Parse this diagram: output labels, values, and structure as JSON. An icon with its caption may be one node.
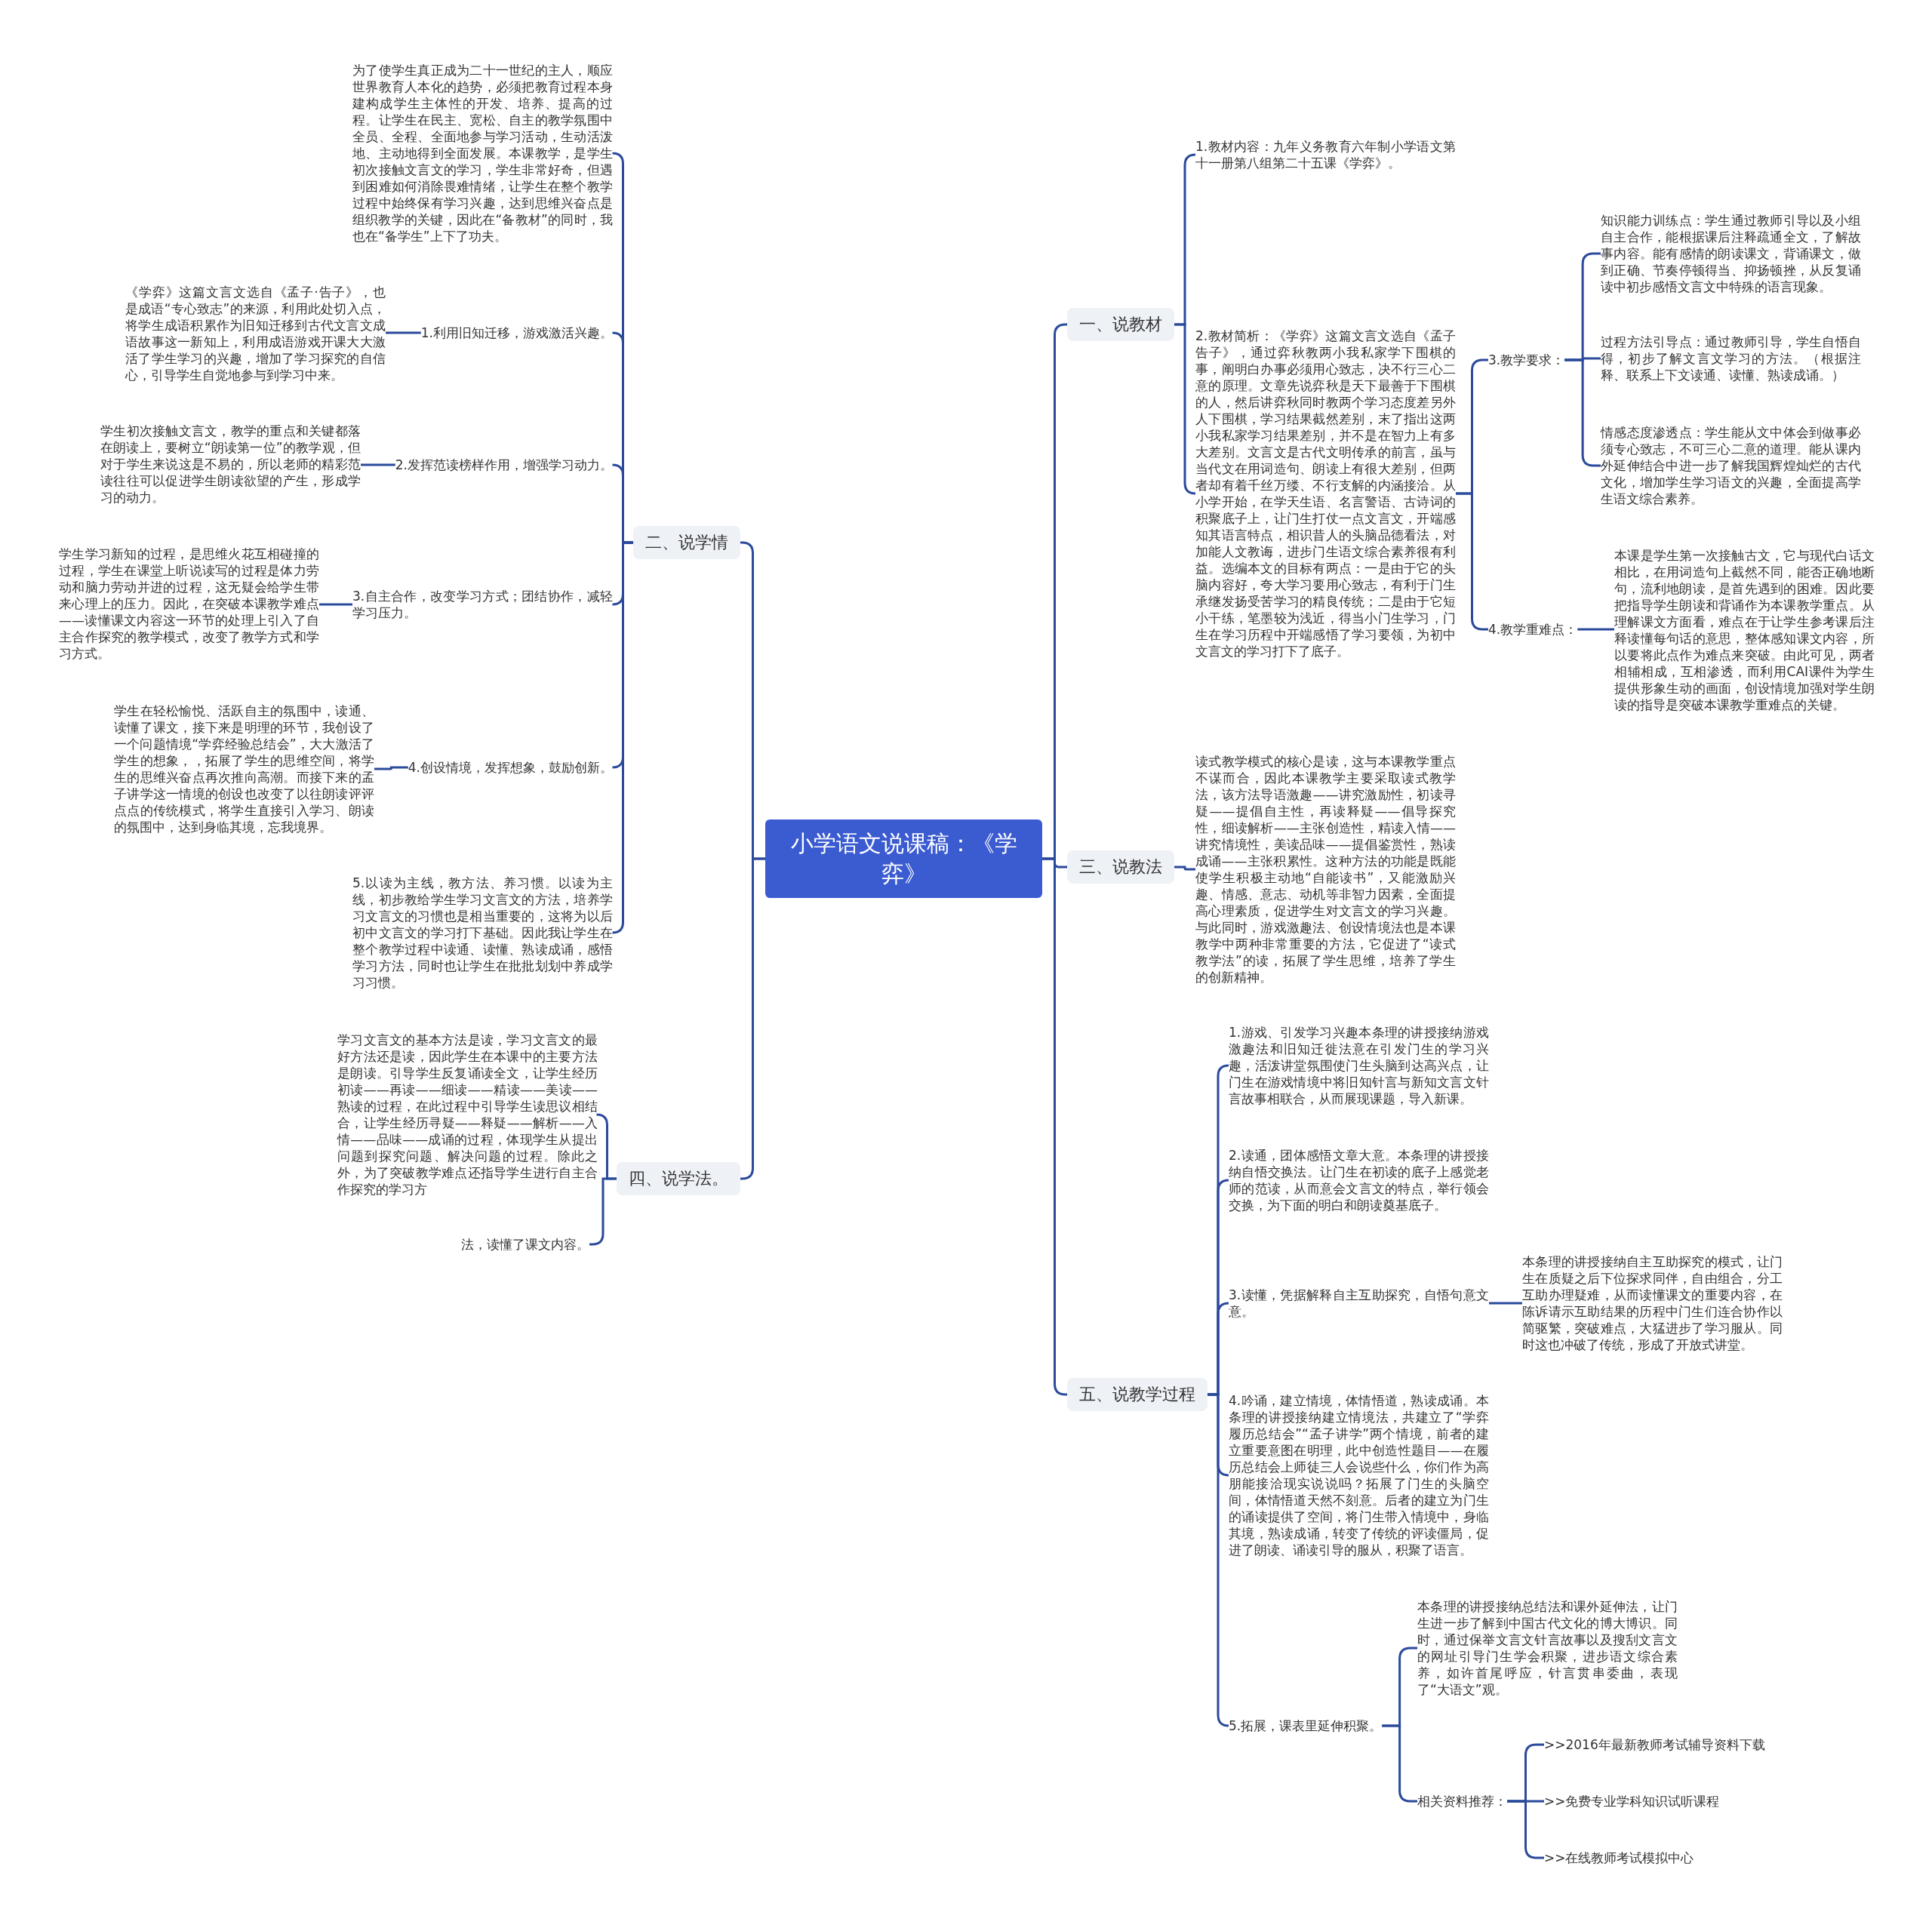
{
  "diagram": {
    "nodes": [
      {
        "text": [
          "小学语文说课稿：《学弈》"
        ]
      },
      {
        "text": [
          "二、说学情"
        ]
      },
      {
        "text": [
          "为了使学生真正成为二十一世纪的主人，顺应世界教育人本化的趋势，必须把教育过程本身建构成学生主体性的开发、培养、提高的过程。让学生在民主、宽松、自主的教学氛围中全员、全程、全面地参与学习活动，生动活泼地、主动地得到全面发展。本课教学，是学生初次接触文言文的学习，学生非常好奇，但遇到困难如何消除畏难情绪，让学生在整个教学过程中始终保有学习兴趣，达到思维兴奋点是组织教学的关键，因此在“备教材”的同时，我也在“备学生”上下了功夫。"
        ]
      },
      {
        "text": [
          "1.利用旧知迁移，游戏激活兴趣。"
        ]
      },
      {
        "text": [
          "《学弈》这篇文言文选自《孟子·告子》，也是成语“专心致志”的来源，利用此处切入点，将学生成语积累作为旧知迁移到古代文言文成语故事这一新知上，利用成语游戏开课大大激活了学生学习的兴趣，增加了学习探究的自信心，引导学生自觉地参与到学习中来。"
        ]
      },
      {
        "text": [
          "2.发挥范读榜样作用，增强学习动力。"
        ]
      },
      {
        "text": [
          "学生初次接触文言文，教学的重点和关键都落在朗读上，要树立“朗读第一位”的教学观，但对于学生来说这是不易的，所以老师的精彩范读往往可以促进学生朗读欲望的产生，形成学习的动力。"
        ]
      },
      {
        "text": [
          "3.自主合作，改变学习方式；团结协作，减轻学习压力。"
        ]
      },
      {
        "text": [
          "学生学习新知的过程，是思维火花互相碰撞的过程，学生在课堂上听说读写的过程是体力劳动和脑力劳动并进的过程，这无疑会给学生带来心理上的压力。因此，在突破本课教学难点——读懂课文内容这一环节的处理上引入了自主合作探究的教学模式，改变了教学方式和学习方式。"
        ]
      },
      {
        "text": [
          "4.创设情境，发挥想象，鼓励创新。"
        ]
      },
      {
        "text": [
          "学生在轻松愉悦、活跃自主的氛围中，读通、读懂了课文，接下来是明理的环节，我创设了一个问题情境“学弈经验总结会”，大大激活了学生的想象，，拓展了学生的思维空间，将学生的思维兴奋点再次推向高潮。而接下来的孟子讲学这一情境的创设也改变了以往朗读评评点点的传统模式，将学生直接引入学习、朗读的氛围中，达到身临其境，忘我境界。"
        ]
      },
      {
        "text": [
          "5.以读为主线，教方法、养习惯。以读为主线，初步教给学生学习文言文的方法，培养学习文言文的习惯也是相当重要的，这将为以后初中文言文的学习打下基础。因此我让学生在整个教学过程中读通、读懂、熟读成诵，感悟学习方法，同时也让学生在批批划划中养成学习习惯。"
        ]
      },
      {
        "text": [
          "四、说学法。"
        ]
      },
      {
        "text": [
          "学习文言文的基本方法是读，学习文言文的最好方法还是读，因此学生在本课中的主要方法是朗读。引导学生反复诵读全文，让学生经历初读——再读——细读——精读——美读——熟读的过程，在此过程中引导学生读思议相结合，让学生经历寻疑——释疑——解析——入情——品味——成诵的过程，体现学生从提出问题到探究问题、解决问题的过程。除此之外，为了突破教学难点还指导学生进行自主合作探究的学习方"
        ]
      },
      {
        "text": [
          "法，读懂了课文内容。"
        ]
      },
      {
        "text": [
          "一、说教材"
        ]
      },
      {
        "text": [
          "1.教材内容：九年义务教育六年制小学语文第十一册第八组第二十五课《学弈》。"
        ]
      },
      {
        "text": [
          "2.教材简析：《学弈》这篇文言文选自《孟子告子》，通过弈秋教两小我私家学下围棋的事，阐明白办事必须用心致志，决不行三心二意的原理。文章先说弈秋是天下最善于下围棋的人，然后讲弈秋同时教两个学习态度差另外人下围棋，学习结果截然差别，末了指出这两小我私家学习结果差别，并不是在智力上有多大差别。文言文是古代文明传承的前言，虽与当代文在用词造句、朗读上有很大差别，但两者却有着千丝万缕、不行支解的内涵接洽。从小学开始，在学天生语、名言警语、古诗词的积聚底子上，让门生打仗一点文言文，开端感知其语言特点，相识昔人的头脑品德看法，对加能人文教诲，进步门生语文综合素养很有利益。选编本文的目标有两点：一是由于它的头脑内容好，夸大学习要用心致志，有利于门生承继发扬受苦学习的精良传统；二是由于它短小干练，笔墨较为浅近，得当小门生学习，门生在学习历程中开端感悟了学习要领，为初中文言文的学习打下了底子。"
        ]
      },
      {
        "text": [
          "3.教学要求："
        ]
      },
      {
        "text": [
          "知识能力训练点：学生通过教师引导以及小组自主合作，能根据课后注释疏通全文，了解故事内容。能有感情的朗读课文，背诵课文，做到正确、节奏停顿得当、抑扬顿挫，从反复诵读中初步感悟文言文中特殊的语言现象。"
        ]
      },
      {
        "text": [
          "过程方法引导点：通过教师引导，学生自悟自得，初步了解文言文学习的方法。（根据注释、联系上下文读通、读懂、熟读成诵。）"
        ]
      },
      {
        "text": [
          "情感态度渗透点：学生能从文中体会到做事必须专心致志，不可三心二意的道理。能从课内外延伸结合中进一步了解我国辉煌灿烂的古代文化，增加学生学习语文的兴趣，全面提高学生语文综合素养。"
        ]
      },
      {
        "text": [
          "4.教学重难点："
        ]
      },
      {
        "text": [
          "本课是学生第一次接触古文，它与现代白话文相比，在用词造句上截然不同，能否正确地断句，流利地朗读，是首先遇到的困难。因此要把指导学生朗读和背诵作为本课教学重点。从理解课文方面看，难点在于让学生参考课后注释读懂每句话的意思，整体感知课文内容，所以要将此点作为难点来突破。由此可见，两者相辅相成，互相渗透，而利用CAI课件为学生提供形象生动的画面，创设情境加强对学生朗读的指导是突破本课教学重难点的关键。"
        ]
      },
      {
        "text": [
          "三、说教法"
        ]
      },
      {
        "text": [
          "读式教学模式的核心是读，这与本课教学重点不谋而合，因此本课教学主要采取读式教学法，该方法导语激趣——讲究激励性，初读寻疑——提倡自主性，再读释疑——倡导探究性，细读解析——主张创造性，精读入情——讲究情境性，美读品味——提倡鉴赏性，熟读成诵——主张积累性。这种方法的功能是既能使学生积极主动地“自能读书”，又能激励兴趣、情感、意志、动机等非智力因素，全面提高心理素质，促进学生对文言文的学习兴趣。与此同时，游戏激趣法、创设情境法也是本课教学中两种非常重要的方法，它促进了“读式教学法”的读，拓展了学生思维，培养了学生的创新精神。"
        ]
      },
      {
        "text": [
          "五、说教学过程"
        ]
      },
      {
        "text": [
          "1.游戏、引发学习兴趣本条理的讲授接纳游戏激趣法和旧知迁徙法意在引发门生的学习兴趣，活泼讲堂氛围使门生头脑到达高兴点，让门生在游戏情境中将旧知针言与新知文言文针言故事相联合，从而展现课题，导入新课。"
        ]
      },
      {
        "text": [
          "2.读通，团体感悟文章大意。本条理的讲授接纳自悟交换法。让门生在初读的底子上感觉老师的范读，从而意会文言文的特点，举行领会交换，为下面的明白和朗读奠基底子。"
        ]
      },
      {
        "text": [
          "3.读懂，凭据解释自主互助探究，自悟句意文意。"
        ]
      },
      {
        "text": [
          "本条理的讲授接纳自主互助探究的模式，让门生在质疑之后下位探求同伴，自由组合，分工互助办理疑难，从而读懂课文的重要内容，在陈诉请示互助结果的历程中门生们连合协作以简驱繁，突破难点，大猛进步了学习服从。同时这也冲破了传统，形成了开放式讲堂。"
        ]
      },
      {
        "text": [
          "4.吟诵，建立情境，体情悟道，熟读成诵。本条理的讲授接纳建立情境法，共建立了“学弈履历总结会”“孟子讲学”两个情境，前者的建立重要意图在明理，此中创造性题目——在履历总结会上师徒三人会说些什么，你们作为高朋能接洽现实说说吗？拓展了门生的头脑空间，体情悟道天然不刻意。后者的建立为门生的诵读提供了空间，将门生带入情境中，身临其境，熟读成诵，转变了传统的评读僵局，促进了朗读、诵读引导的服从，积聚了语言。"
        ]
      },
      {
        "text": [
          "5.拓展，课表里延伸积聚。"
        ]
      },
      {
        "text": [
          "本条理的讲授接纳总结法和课外延伸法，让门生进一步了解到中国古代文化的博大博识。同时，通过保举文言文针言故事以及搜刮文言文的网址引导门生学会积聚，进步语文综合素养，如许首尾呼应，针言贯串委曲，表现了“大语文”观。"
        ]
      },
      {
        "text": [
          "相关资料推荐："
        ]
      },
      {
        "text": [
          ">>2016年最新教师考试辅导资料下载"
        ]
      },
      {
        "text": [
          ">>免费专业学科知识试听课程"
        ]
      },
      {
        "text": [
          ">>在线教师考试模拟中心"
        ]
      }
    ],
    "edges": [
      {
        "from": 0,
        "to": 1,
        "arrow": "none"
      },
      {
        "from": 1,
        "to": 2,
        "arrow": "none"
      },
      {
        "from": 1,
        "to": 3,
        "arrow": "none"
      },
      {
        "from": 3,
        "to": 4,
        "arrow": "none"
      },
      {
        "from": 1,
        "to": 5,
        "arrow": "none"
      },
      {
        "from": 5,
        "to": 6,
        "arrow": "none"
      },
      {
        "from": 1,
        "to": 7,
        "arrow": "none"
      },
      {
        "from": 7,
        "to": 8,
        "arrow": "none"
      },
      {
        "from": 1,
        "to": 9,
        "arrow": "none"
      },
      {
        "from": 9,
        "to": 10,
        "arrow": "none"
      },
      {
        "from": 1,
        "to": 11,
        "arrow": "none"
      },
      {
        "from": 0,
        "to": 12,
        "arrow": "none"
      },
      {
        "from": 12,
        "to": 13,
        "arrow": "none"
      },
      {
        "from": 12,
        "to": 14,
        "arrow": "none"
      },
      {
        "from": 0,
        "to": 15,
        "arrow": "none"
      },
      {
        "from": 15,
        "to": 16,
        "arrow": "none"
      },
      {
        "from": 15,
        "to": 17,
        "arrow": "none"
      },
      {
        "from": 17,
        "to": 18,
        "arrow": "none"
      },
      {
        "from": 18,
        "to": 19,
        "arrow": "none"
      },
      {
        "from": 18,
        "to": 20,
        "arrow": "none"
      },
      {
        "from": 18,
        "to": 21,
        "arrow": "none"
      },
      {
        "from": 17,
        "to": 22,
        "arrow": "none"
      },
      {
        "from": 22,
        "to": 23,
        "arrow": "none"
      },
      {
        "from": 0,
        "to": 24,
        "arrow": "none"
      },
      {
        "from": 24,
        "to": 25,
        "arrow": "none"
      },
      {
        "from": 0,
        "to": 26,
        "arrow": "none"
      },
      {
        "from": 26,
        "to": 27,
        "arrow": "none"
      },
      {
        "from": 26,
        "to": 28,
        "arrow": "none"
      },
      {
        "from": 26,
        "to": 29,
        "arrow": "none"
      },
      {
        "from": 29,
        "to": 30,
        "arrow": "none"
      },
      {
        "from": 26,
        "to": 31,
        "arrow": "none"
      },
      {
        "from": 26,
        "to": 32,
        "arrow": "none"
      },
      {
        "from": 32,
        "to": 33,
        "arrow": "none"
      },
      {
        "from": 32,
        "to": 34,
        "arrow": "none"
      },
      {
        "from": 34,
        "to": 35,
        "arrow": "none"
      },
      {
        "from": 34,
        "to": 36,
        "arrow": "none"
      },
      {
        "from": 34,
        "to": 37,
        "arrow": "none"
      }
    ]
  }
}
